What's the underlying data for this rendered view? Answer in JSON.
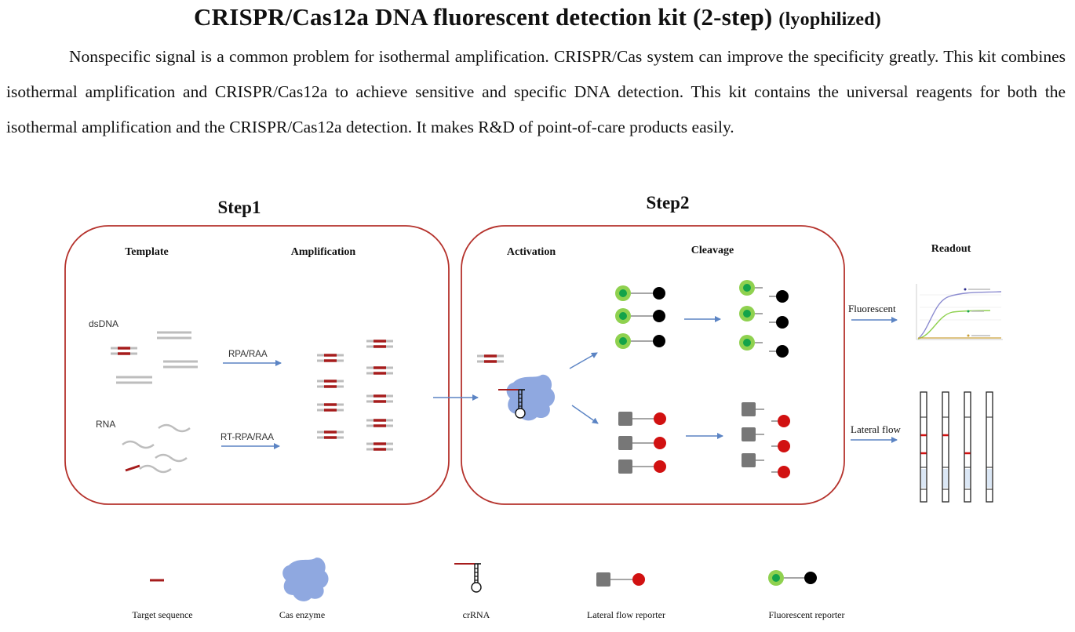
{
  "title": {
    "main": "CRISPR/Cas12a DNA fluorescent detection kit (2-step)",
    "sub": "(lyophilized)"
  },
  "intro": "Nonspecific signal is a common problem for isothermal amplification. CRISPR/Cas system can improve the specificity greatly. This kit combines isothermal amplification and CRISPR/Cas12a to achieve sensitive and specific DNA detection. This kit contains the universal reagents for both the isothermal amplification and the CRISPR/Cas12a detection. It makes R&D of point-of-care products easily.",
  "diagram": {
    "step1": {
      "title": "Step1",
      "template": "Template",
      "amplification": "Amplification",
      "dsdna": "dsDNA",
      "rna": "RNA",
      "rpa": "RPA/RAA",
      "rtrpa": "RT-RPA/RAA"
    },
    "step2": {
      "title": "Step2",
      "activation": "Activation",
      "cleavage": "Cleavage"
    },
    "readout": {
      "title": "Readout",
      "fluorescent": "Fluorescent",
      "lateral_flow": "Lateral flow"
    },
    "legend": {
      "target": "Target  sequence",
      "cas": "Cas enzyme",
      "crrna": "crRNA",
      "lf_reporter": "Lateral flow reporter",
      "fl_reporter": "Fluorescent reporter"
    },
    "colors": {
      "frame": "#b5322c",
      "target": "#a61c1c",
      "strand": "#bdbdbd",
      "arrow": "#5b84c4",
      "cas": "#8fa8e0",
      "fluor_ring": "#8fd14f",
      "fluor_core": "#14a34a",
      "quencher": "#000000",
      "lf_square": "#777777",
      "lf_red": "#d11111"
    }
  }
}
